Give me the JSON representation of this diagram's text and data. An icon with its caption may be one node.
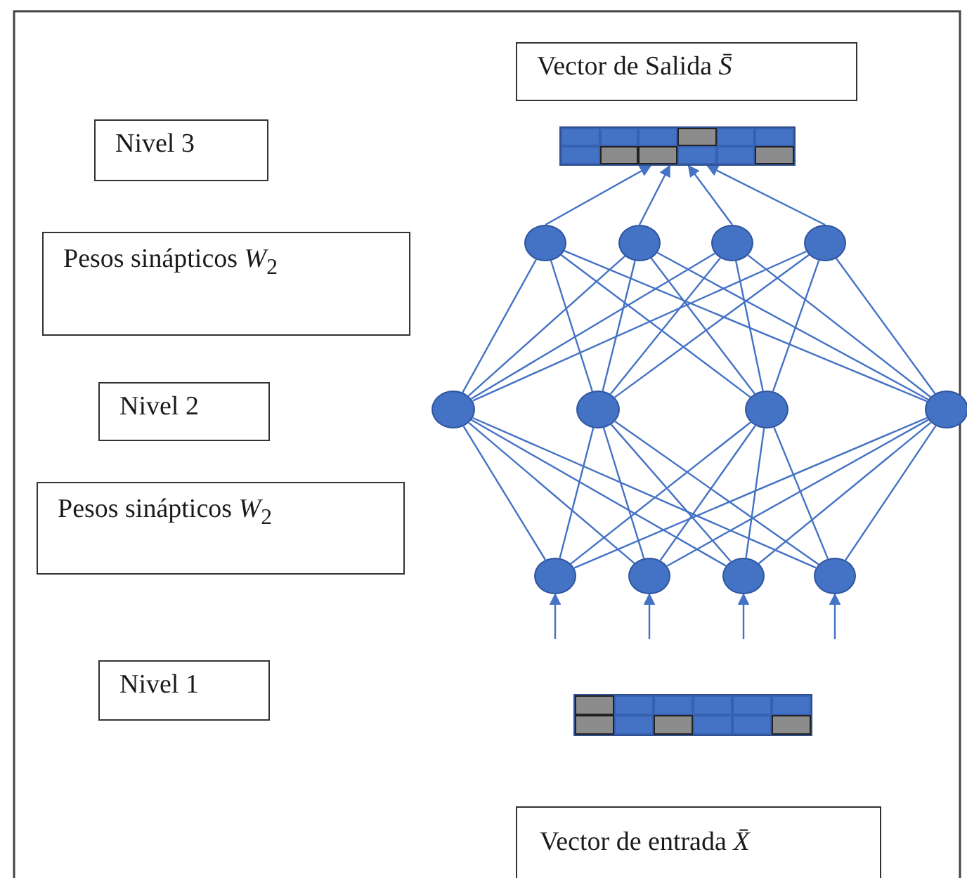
{
  "diagram": {
    "nodes": [
      {
        "text": [
          "Vector de Salida *S̄*"
        ]
      },
      {
        "text": [
          "Nivel 3"
        ]
      },
      {
        "text": [],
        "shape": "bar"
      },
      {
        "text": [
          "Pesos sinápticos *W*$_{2}$"
        ]
      },
      {
        "text": [],
        "shape": "circle"
      },
      {
        "text": [],
        "shape": "circle"
      },
      {
        "text": [],
        "shape": "circle"
      },
      {
        "text": [],
        "shape": "circle"
      },
      {
        "text": [
          "Nivel 2"
        ]
      },
      {
        "text": [],
        "shape": "circle"
      },
      {
        "text": [],
        "shape": "circle"
      },
      {
        "text": [],
        "shape": "circle"
      },
      {
        "text": [],
        "shape": "circle"
      },
      {
        "text": [
          "Pesos sinápticos *W*$_{2}$"
        ]
      },
      {
        "text": [],
        "shape": "circle"
      },
      {
        "text": [],
        "shape": "circle"
      },
      {
        "text": [],
        "shape": "circle"
      },
      {
        "text": [],
        "shape": "circle"
      },
      {
        "text": [
          "Nivel 1"
        ]
      },
      {
        "text": [],
        "shape": "bar"
      },
      {
        "text": [
          "Vector de entrada *X̄*"
        ]
      }
    ],
    "edges": [
      {
        "from": null,
        "to": 14,
        "arrow": "to"
      },
      {
        "from": null,
        "to": 15,
        "arrow": "to"
      },
      {
        "from": null,
        "to": 16,
        "arrow": "to"
      },
      {
        "from": null,
        "to": 17,
        "arrow": "to"
      },
      {
        "from": 14,
        "to": 9,
        "arrow": "none"
      },
      {
        "from": 14,
        "to": 10,
        "arrow": "none"
      },
      {
        "from": 14,
        "to": 11,
        "arrow": "none"
      },
      {
        "from": 14,
        "to": 12,
        "arrow": "none"
      },
      {
        "from": 15,
        "to": 9,
        "arrow": "none"
      },
      {
        "from": 15,
        "to": 10,
        "arrow": "none"
      },
      {
        "from": 15,
        "to": 11,
        "arrow": "none"
      },
      {
        "from": 15,
        "to": 12,
        "arrow": "none"
      },
      {
        "from": 16,
        "to": 9,
        "arrow": "none"
      },
      {
        "from": 16,
        "to": 10,
        "arrow": "none"
      },
      {
        "from": 16,
        "to": 11,
        "arrow": "none"
      },
      {
        "from": 16,
        "to": 12,
        "arrow": "none"
      },
      {
        "from": 17,
        "to": 9,
        "arrow": "none"
      },
      {
        "from": 17,
        "to": 10,
        "arrow": "none"
      },
      {
        "from": 17,
        "to": 11,
        "arrow": "none"
      },
      {
        "from": 17,
        "to": 12,
        "arrow": "none"
      },
      {
        "from": 9,
        "to": 4,
        "arrow": "none"
      },
      {
        "from": 9,
        "to": 5,
        "arrow": "none"
      },
      {
        "from": 9,
        "to": 6,
        "arrow": "none"
      },
      {
        "from": 9,
        "to": 7,
        "arrow": "none"
      },
      {
        "from": 10,
        "to": 4,
        "arrow": "none"
      },
      {
        "from": 10,
        "to": 5,
        "arrow": "none"
      },
      {
        "from": 10,
        "to": 6,
        "arrow": "none"
      },
      {
        "from": 10,
        "to": 7,
        "arrow": "none"
      },
      {
        "from": 11,
        "to": 4,
        "arrow": "none"
      },
      {
        "from": 11,
        "to": 5,
        "arrow": "none"
      },
      {
        "from": 11,
        "to": 6,
        "arrow": "none"
      },
      {
        "from": 11,
        "to": 7,
        "arrow": "none"
      },
      {
        "from": 12,
        "to": 4,
        "arrow": "none"
      },
      {
        "from": 12,
        "to": 5,
        "arrow": "none"
      },
      {
        "from": 12,
        "to": 6,
        "arrow": "none"
      },
      {
        "from": 12,
        "to": 7,
        "arrow": "none"
      },
      {
        "from": 4,
        "to": 2,
        "arrow": "to"
      },
      {
        "from": 5,
        "to": 2,
        "arrow": "to"
      },
      {
        "from": 6,
        "to": 2,
        "arrow": "to"
      },
      {
        "from": 7,
        "to": 2,
        "arrow": "to"
      }
    ]
  }
}
